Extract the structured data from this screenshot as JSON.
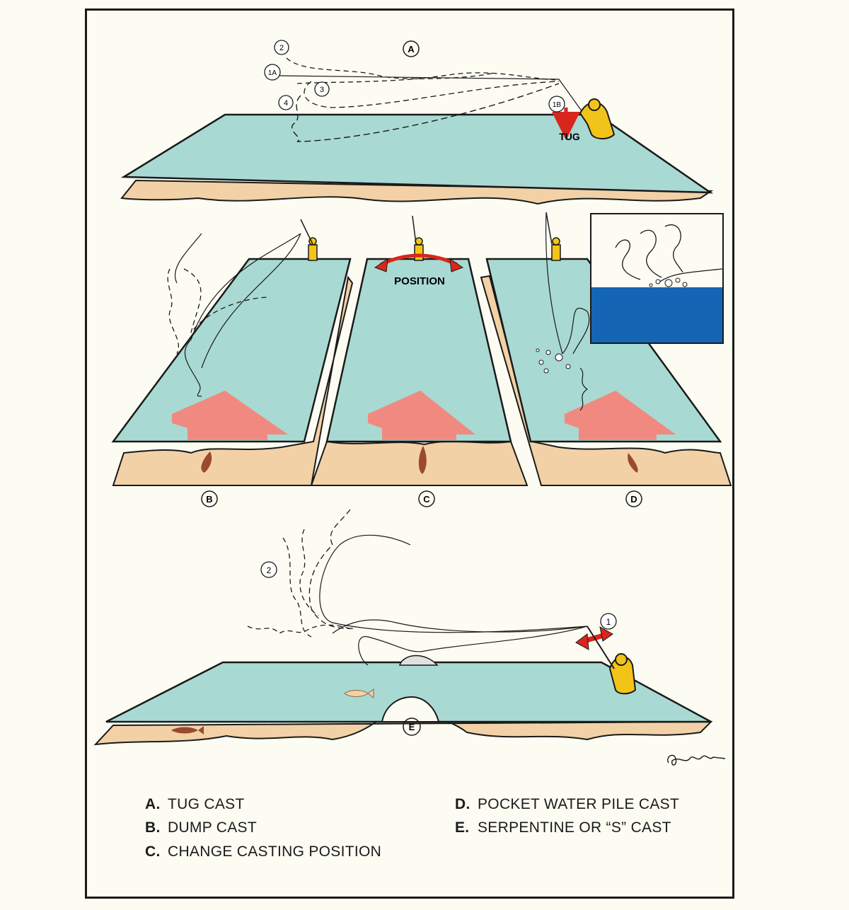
{
  "panels": {
    "a": {
      "letter": "A",
      "markers": [
        "1A",
        "1B",
        "2",
        "3",
        "4"
      ],
      "tug_label": "TUG"
    },
    "b": {
      "letter": "B"
    },
    "c": {
      "letter": "C",
      "position_label": "POSITION"
    },
    "d": {
      "letter": "D"
    },
    "e": {
      "letter": "E",
      "markers": [
        "1",
        "2"
      ]
    }
  },
  "legend": [
    {
      "key": "A.",
      "text": "TUG CAST"
    },
    {
      "key": "B.",
      "text": "DUMP CAST"
    },
    {
      "key": "C.",
      "text": "CHANGE CASTING POSITION"
    },
    {
      "key": "D.",
      "text": "POCKET WATER PILE CAST"
    },
    {
      "key": "E.",
      "text": "SERPENTINE OR “S” CAST"
    }
  ],
  "colors": {
    "water": "#a9d9d3",
    "bank": "#f2d1a6",
    "fisherman": "#f2c41a",
    "arrow": "#f08a80",
    "red": "#d8261c",
    "deep_water": "#1565b5",
    "outline": "#1a1a1a"
  },
  "icons": [
    "fisherman-icon",
    "fish-icon",
    "current-arrow-icon",
    "rock-icon"
  ]
}
